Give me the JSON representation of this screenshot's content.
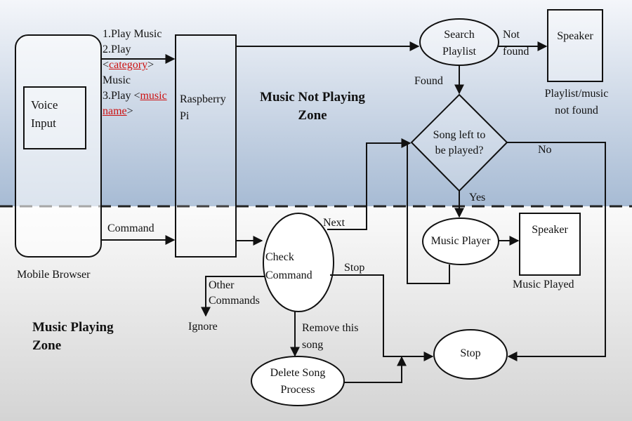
{
  "zones": {
    "top": "Music Not Playing Zone",
    "top_line1": "Music Not Playing",
    "top_line2": "Zone",
    "bottom_line1": "Music Playing",
    "bottom_line2": "Zone"
  },
  "nodes": {
    "mobile_browser": "Mobile Browser",
    "voice_input_1": "Voice",
    "voice_input_2": "Input",
    "raspberry_pi_1": "Raspberry",
    "raspberry_pi_2": "Pi",
    "search_playlist_1": "Search",
    "search_playlist_2": "Playlist",
    "speaker_top": "Speaker",
    "playlist_not_found_1": "Playlist/music",
    "playlist_not_found_2": "not found",
    "song_left_1": "Song left to",
    "song_left_2": "be played?",
    "music_player": "Music Player",
    "speaker_bottom": "Speaker",
    "music_played": "Music Played",
    "check_command_1": "Check",
    "check_command_2": "Command",
    "stop": "Stop",
    "delete_song_1": "Delete Song",
    "delete_song_2": "Process",
    "ignore": "Ignore"
  },
  "commands": {
    "line1": "1.Play Music",
    "line2": "2.Play",
    "line3_open": "<",
    "line3_link": "category",
    "line3_close": ">",
    "line4": "Music",
    "line5_pre": "3.Play <",
    "line5_link": "music",
    "line6_link": "name",
    "line6_close": ">"
  },
  "edges": {
    "command": "Command",
    "not_found_1": "Not",
    "not_found_2": "found",
    "found": "Found",
    "no": "No",
    "yes": "Yes",
    "next": "Next",
    "stop": "Stop",
    "other_1": "Other",
    "other_2": "Commands",
    "remove_1": "Remove this",
    "remove_2": "song"
  },
  "colors": {
    "top_gradient_start": "#f4f6fa",
    "top_gradient_end": "#a7bbd4",
    "bottom_gradient_start": "#fafafa",
    "bottom_gradient_end": "#d6d6d6",
    "link_red": "#cc1111"
  }
}
